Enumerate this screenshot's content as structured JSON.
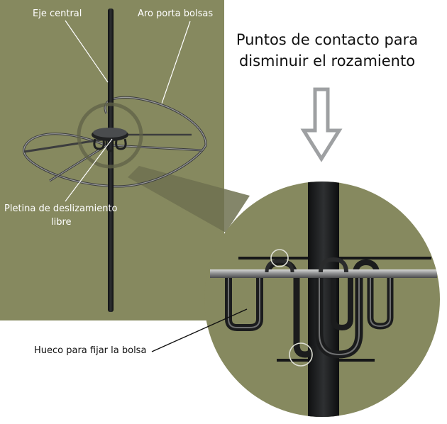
{
  "labels": {
    "eje_central": "Eje central",
    "aro_porta_bolsas": "Aro porta bolsas",
    "title_line1": "Puntos de contacto para",
    "title_line2": "disminuir el rozamiento",
    "pletina_line1": "Pletina de  deslizamiento",
    "pletina_line2": "libre",
    "hueco": "Hueco para fijar  la bolsa"
  },
  "colors": {
    "panel_green": "#86895f",
    "metal_dark": "#1c1d1e",
    "arrow_gray": "#9ea0a2"
  }
}
